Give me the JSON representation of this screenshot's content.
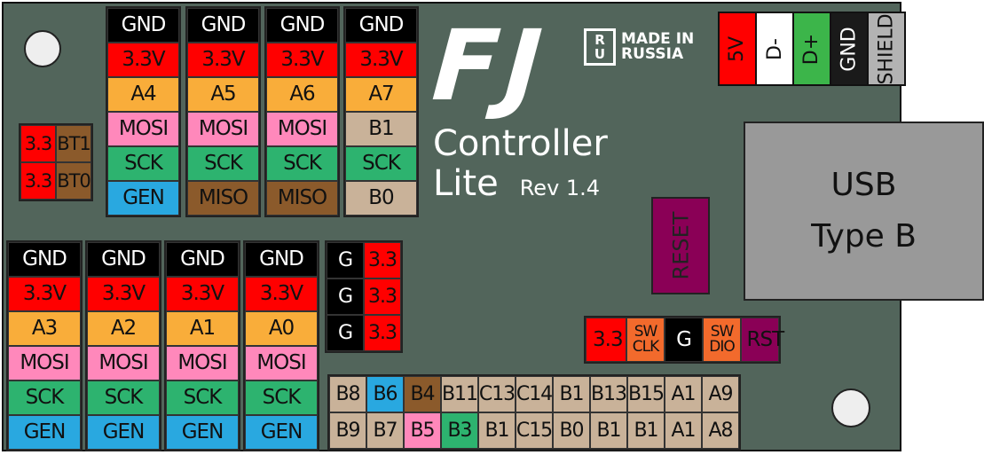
{
  "colors": {
    "board": "#52655b",
    "GND": "#000000",
    "3.3V": "#ff0000",
    "A": "#f9ad3a",
    "MOSI": "#ff88bb",
    "SCK": "#2db36f",
    "GEN": "#29a8e0",
    "MISO": "#8b5a2b",
    "B": "#c9b299",
    "orange": "#f26a2c",
    "purple": "#8a0056"
  },
  "logo": {
    "brand": "FJ",
    "line1": "Controller",
    "line2": "Lite",
    "rev": "Rev 1.4",
    "made_in_box": "RU",
    "made_in": "MADE IN",
    "country": "RUSSIA"
  },
  "top_headers": [
    [
      [
        "GND",
        "GND"
      ],
      [
        "3.3V",
        "3.3V"
      ],
      [
        "A4",
        "A"
      ],
      [
        "MOSI",
        "MOSI"
      ],
      [
        "SCK",
        "SCK"
      ],
      [
        "GEN",
        "GEN"
      ]
    ],
    [
      [
        "GND",
        "GND"
      ],
      [
        "3.3V",
        "3.3V"
      ],
      [
        "A5",
        "A"
      ],
      [
        "MOSI",
        "MOSI"
      ],
      [
        "SCK",
        "SCK"
      ],
      [
        "MISO",
        "MISO"
      ]
    ],
    [
      [
        "GND",
        "GND"
      ],
      [
        "3.3V",
        "3.3V"
      ],
      [
        "A6",
        "A"
      ],
      [
        "MOSI",
        "MOSI"
      ],
      [
        "SCK",
        "SCK"
      ],
      [
        "MISO",
        "MISO"
      ]
    ],
    [
      [
        "GND",
        "GND"
      ],
      [
        "3.3V",
        "3.3V"
      ],
      [
        "A7",
        "A"
      ],
      [
        "B1",
        "B"
      ],
      [
        "SCK",
        "SCK"
      ],
      [
        "B0",
        "B"
      ]
    ]
  ],
  "bottom_headers": [
    [
      [
        "GND",
        "GND"
      ],
      [
        "3.3V",
        "3.3V"
      ],
      [
        "A3",
        "A"
      ],
      [
        "MOSI",
        "MOSI"
      ],
      [
        "SCK",
        "SCK"
      ],
      [
        "GEN",
        "GEN"
      ]
    ],
    [
      [
        "GND",
        "GND"
      ],
      [
        "3.3V",
        "3.3V"
      ],
      [
        "A2",
        "A"
      ],
      [
        "MOSI",
        "MOSI"
      ],
      [
        "SCK",
        "SCK"
      ],
      [
        "GEN",
        "GEN"
      ]
    ],
    [
      [
        "GND",
        "GND"
      ],
      [
        "3.3V",
        "3.3V"
      ],
      [
        "A1",
        "A"
      ],
      [
        "MOSI",
        "MOSI"
      ],
      [
        "SCK",
        "SCK"
      ],
      [
        "GEN",
        "GEN"
      ]
    ],
    [
      [
        "GND",
        "GND"
      ],
      [
        "3.3V",
        "3.3V"
      ],
      [
        "A0",
        "A"
      ],
      [
        "MOSI",
        "MOSI"
      ],
      [
        "SCK",
        "SCK"
      ],
      [
        "GEN",
        "GEN"
      ]
    ]
  ],
  "bt_header": [
    [
      [
        "3.3",
        "3.3V"
      ],
      [
        "BT1",
        "MISO"
      ]
    ],
    [
      [
        "3.3",
        "3.3V"
      ],
      [
        "BT0",
        "MISO"
      ]
    ]
  ],
  "power_header": [
    [
      [
        "G",
        "GND"
      ],
      [
        "3.3",
        "3.3V"
      ]
    ],
    [
      [
        "G",
        "GND"
      ],
      [
        "3.3",
        "3.3V"
      ]
    ],
    [
      [
        "G",
        "GND"
      ],
      [
        "3.3",
        "3.3V"
      ]
    ]
  ],
  "swd_header": [
    [
      "3.3",
      "3.3V"
    ],
    [
      "SW CLK",
      "orange"
    ],
    [
      "G",
      "GND"
    ],
    [
      "SW DIO",
      "orange"
    ],
    [
      "RST",
      "purple"
    ]
  ],
  "gpio_header": [
    [
      [
        "B8",
        "B"
      ],
      [
        "B6",
        "GEN"
      ],
      [
        "B4",
        "MISO"
      ],
      [
        "B11",
        "B"
      ],
      [
        "C13",
        "B"
      ],
      [
        "C14",
        "B"
      ],
      [
        "B1",
        "B"
      ],
      [
        "B13",
        "B"
      ],
      [
        "B15",
        "B"
      ],
      [
        "A1",
        "B"
      ],
      [
        "A9",
        "B"
      ]
    ],
    [
      [
        "B9",
        "B"
      ],
      [
        "B7",
        "B"
      ],
      [
        "B5",
        "MOSI"
      ],
      [
        "B3",
        "SCK"
      ],
      [
        "B1",
        "B"
      ],
      [
        "C15",
        "B"
      ],
      [
        "B0",
        "B"
      ],
      [
        "B1",
        "B"
      ],
      [
        "B1",
        "B"
      ],
      [
        "A1",
        "B"
      ],
      [
        "A8",
        "B"
      ]
    ]
  ],
  "usb_pins": [
    [
      "5V",
      "#ff0000",
      "#111"
    ],
    [
      "D-",
      "#ffffff",
      "#111"
    ],
    [
      "D+",
      "#3cb54a",
      "#111"
    ],
    [
      "GND",
      "#1a1a1a",
      "#fff"
    ],
    [
      "SHIELD",
      "#b3b3b3",
      "#111"
    ]
  ],
  "reset_label": "RESET",
  "usb_connector": {
    "line1": "USB",
    "line2": "Type B"
  }
}
